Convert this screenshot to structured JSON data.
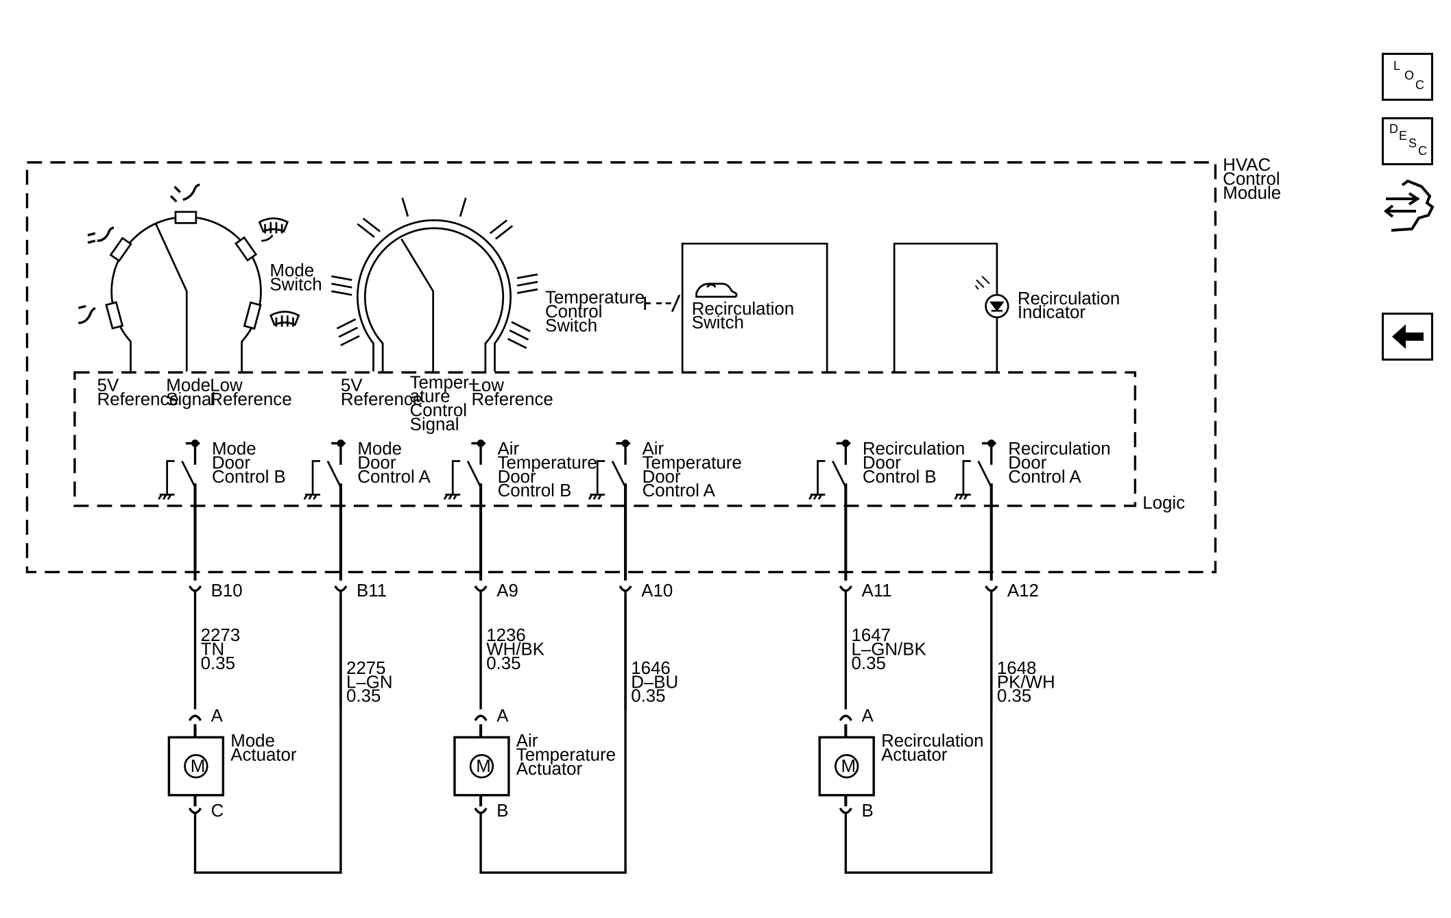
{
  "module": {
    "title_lines": [
      "HVAC",
      "Control",
      "Module"
    ],
    "logic_label": "Logic"
  },
  "mode_switch": {
    "title_lines": [
      "Mode",
      "Switch"
    ],
    "pins": [
      {
        "lines": [
          "5V",
          "Reference"
        ]
      },
      {
        "lines": [
          "Mode",
          "Signal"
        ]
      },
      {
        "lines": [
          "Low",
          "Reference"
        ]
      }
    ]
  },
  "temp_switch": {
    "title_lines": [
      "Temperature",
      "Control",
      "Switch"
    ],
    "pins": [
      {
        "lines": [
          "5V",
          "Reference"
        ]
      },
      {
        "lines": [
          "Temper–",
          "ature",
          "Control",
          "Signal"
        ]
      },
      {
        "lines": [
          "Low",
          "Reference"
        ]
      }
    ]
  },
  "recirc_switch": {
    "title_lines": [
      "Recirculation",
      "Switch"
    ]
  },
  "recirc_indicator": {
    "title_lines": [
      "Recirculation",
      "Indicator"
    ]
  },
  "drivers": [
    {
      "lines": [
        "Mode",
        "Door",
        "Control B"
      ],
      "pin": "B10",
      "wire": [
        "2273",
        "TN",
        "0.35"
      ]
    },
    {
      "lines": [
        "Mode",
        "Door",
        "Control A"
      ],
      "pin": "B11",
      "wire": [
        "2275",
        "L–GN",
        "0.35"
      ]
    },
    {
      "lines": [
        "Air",
        "Temperature",
        "Door",
        "Control B"
      ],
      "pin": "A9",
      "wire": [
        "1236",
        "WH/BK",
        "0.35"
      ]
    },
    {
      "lines": [
        "Air",
        "Temperature",
        "Door",
        "Control A"
      ],
      "pin": "A10",
      "wire": [
        "1646",
        "D–BU",
        "0.35"
      ]
    },
    {
      "lines": [
        "Recirculation",
        "Door",
        "Control B"
      ],
      "pin": "A11",
      "wire": [
        "1647",
        "L–GN/BK",
        "0.35"
      ]
    },
    {
      "lines": [
        "Recirculation",
        "Door",
        "Control A"
      ],
      "pin": "A12",
      "wire": [
        "1648",
        "PK/WH",
        "0.35"
      ]
    }
  ],
  "actuators": [
    {
      "lines": [
        "Mode",
        "Actuator"
      ],
      "pin_top": "A",
      "pin_bottom": "C",
      "motor": "M"
    },
    {
      "lines": [
        "Air",
        "Temperature",
        "Actuator"
      ],
      "pin_top": "A",
      "pin_bottom": "B",
      "motor": "M"
    },
    {
      "lines": [
        "Recirculation",
        "Actuator"
      ],
      "pin_top": "A",
      "pin_bottom": "B",
      "motor": "M"
    }
  ],
  "nav": {
    "loc": {
      "letters": [
        "L",
        "O",
        "C"
      ]
    },
    "desc": {
      "letters": [
        "D",
        "E",
        "S",
        "C"
      ]
    },
    "icons": [
      "connector-view-icon",
      "back-arrow-icon"
    ]
  },
  "colors": {
    "line": "#000000",
    "background": "#ffffff"
  }
}
